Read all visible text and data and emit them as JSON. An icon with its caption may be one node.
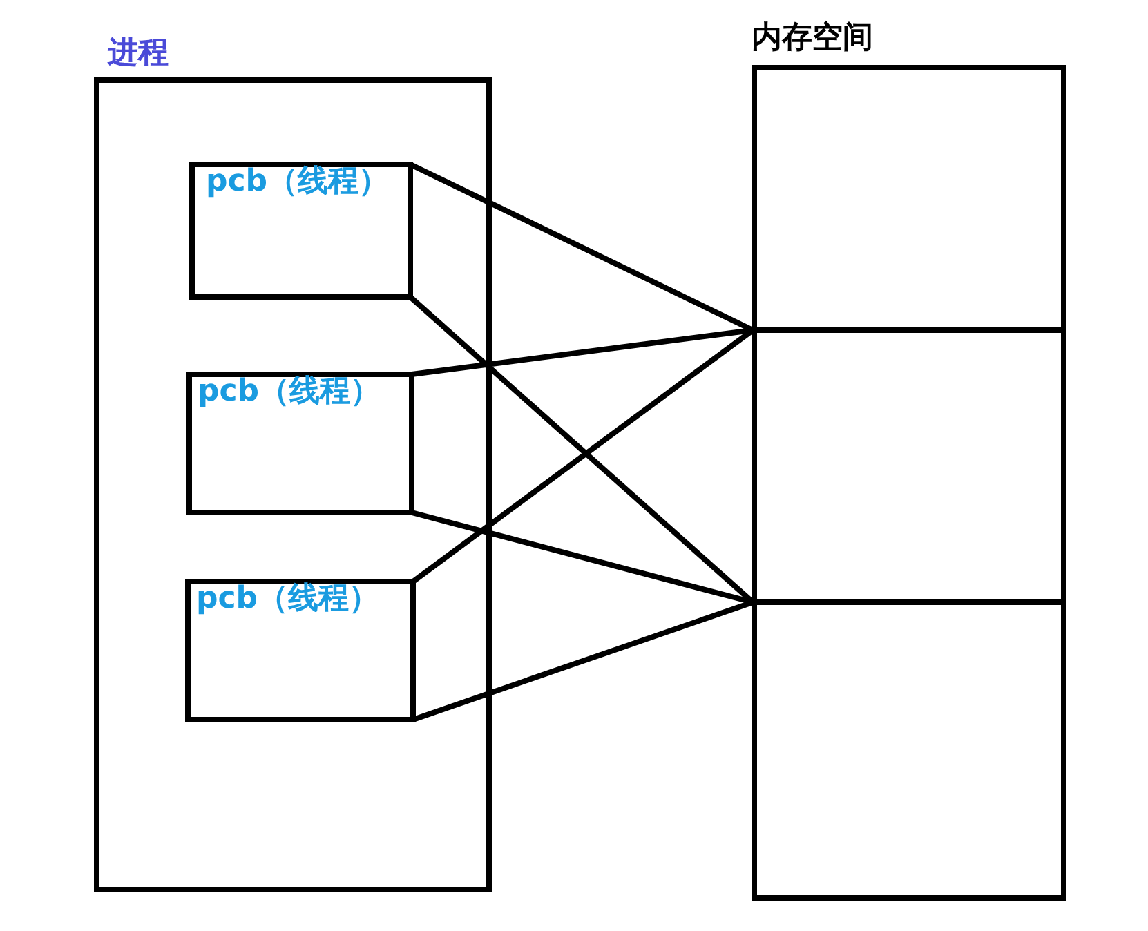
{
  "diagram": {
    "nodes": [
      {
        "text": [
          "进程"
        ]
      },
      {
        "text": [
          "pcb（线程）"
        ],
        "in": 0
      },
      {
        "text": [
          "pcb（线程）"
        ],
        "in": 0
      },
      {
        "text": [
          "pcb（线程）"
        ],
        "in": 0
      },
      {
        "text": [
          "内存空间"
        ]
      },
      {
        "text": [],
        "shape": "box",
        "in": 4
      },
      {
        "text": [],
        "shape": "box",
        "in": 4
      },
      {
        "text": [],
        "shape": "box",
        "in": 4
      }
    ],
    "edges": [
      {
        "from": 1,
        "to": 4,
        "arrow": "none"
      },
      {
        "from": 1,
        "to": 4,
        "arrow": "none"
      },
      {
        "from": 2,
        "to": 4,
        "arrow": "none"
      },
      {
        "from": 2,
        "to": 4,
        "arrow": "none"
      },
      {
        "from": 3,
        "to": 4,
        "arrow": "none"
      },
      {
        "from": 3,
        "to": 4,
        "arrow": "none"
      }
    ]
  }
}
